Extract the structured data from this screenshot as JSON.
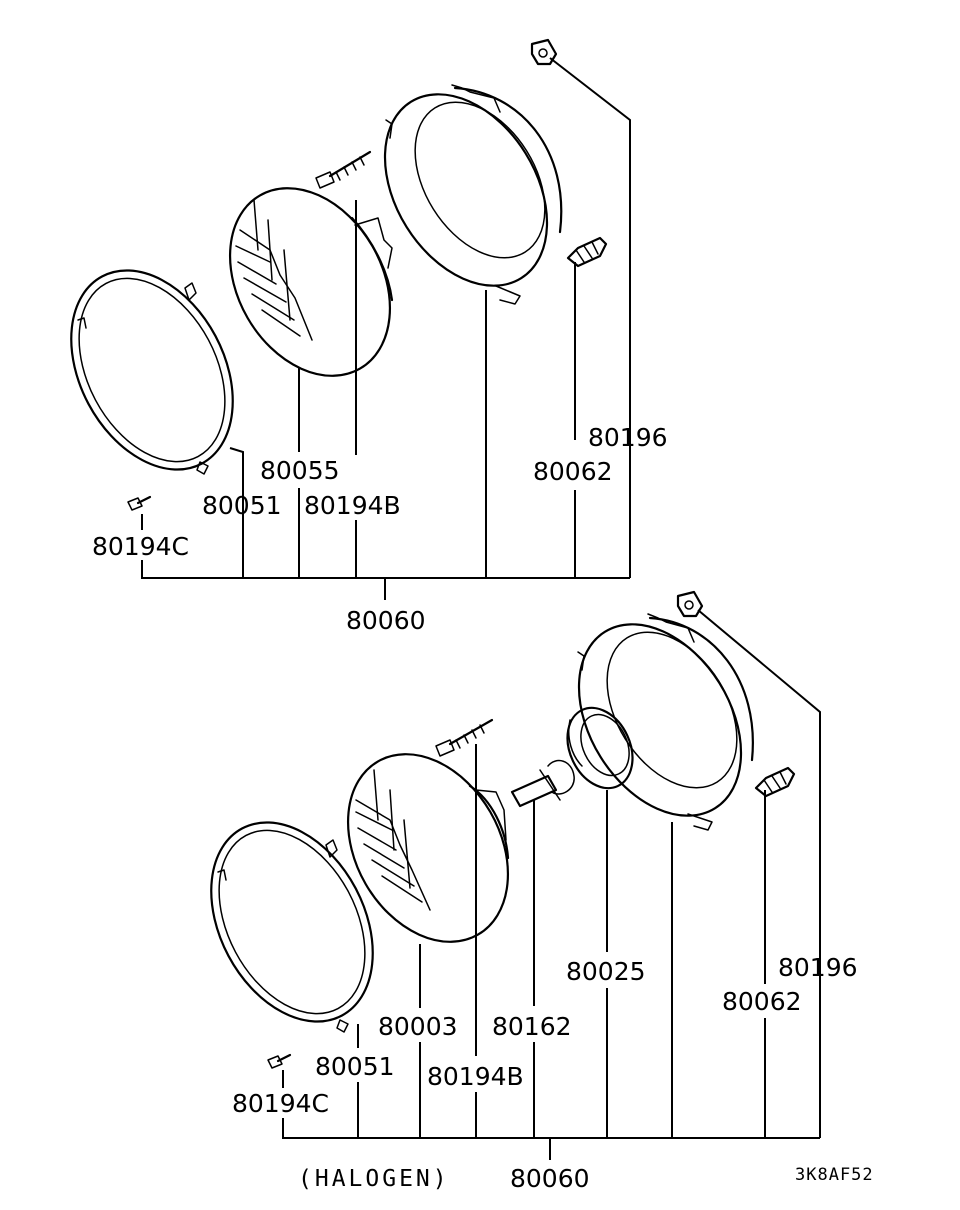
{
  "upper_assembly": {
    "labels": {
      "ring": "80051",
      "unit": "80055",
      "screw_long": "80194B",
      "screw_short": "80194C",
      "spring": "80062",
      "nut": "80196",
      "assembly": "80060"
    }
  },
  "lower_assembly": {
    "labels": {
      "ring": "80051",
      "unit": "80003",
      "screw_long": "80194B",
      "screw_short": "80194C",
      "bulb": "80162",
      "socket_cover": "80025",
      "spring": "80062",
      "nut": "80196",
      "assembly": "80060"
    },
    "note": "(HALOGEN)"
  },
  "diagram_code": "3K8AF52"
}
